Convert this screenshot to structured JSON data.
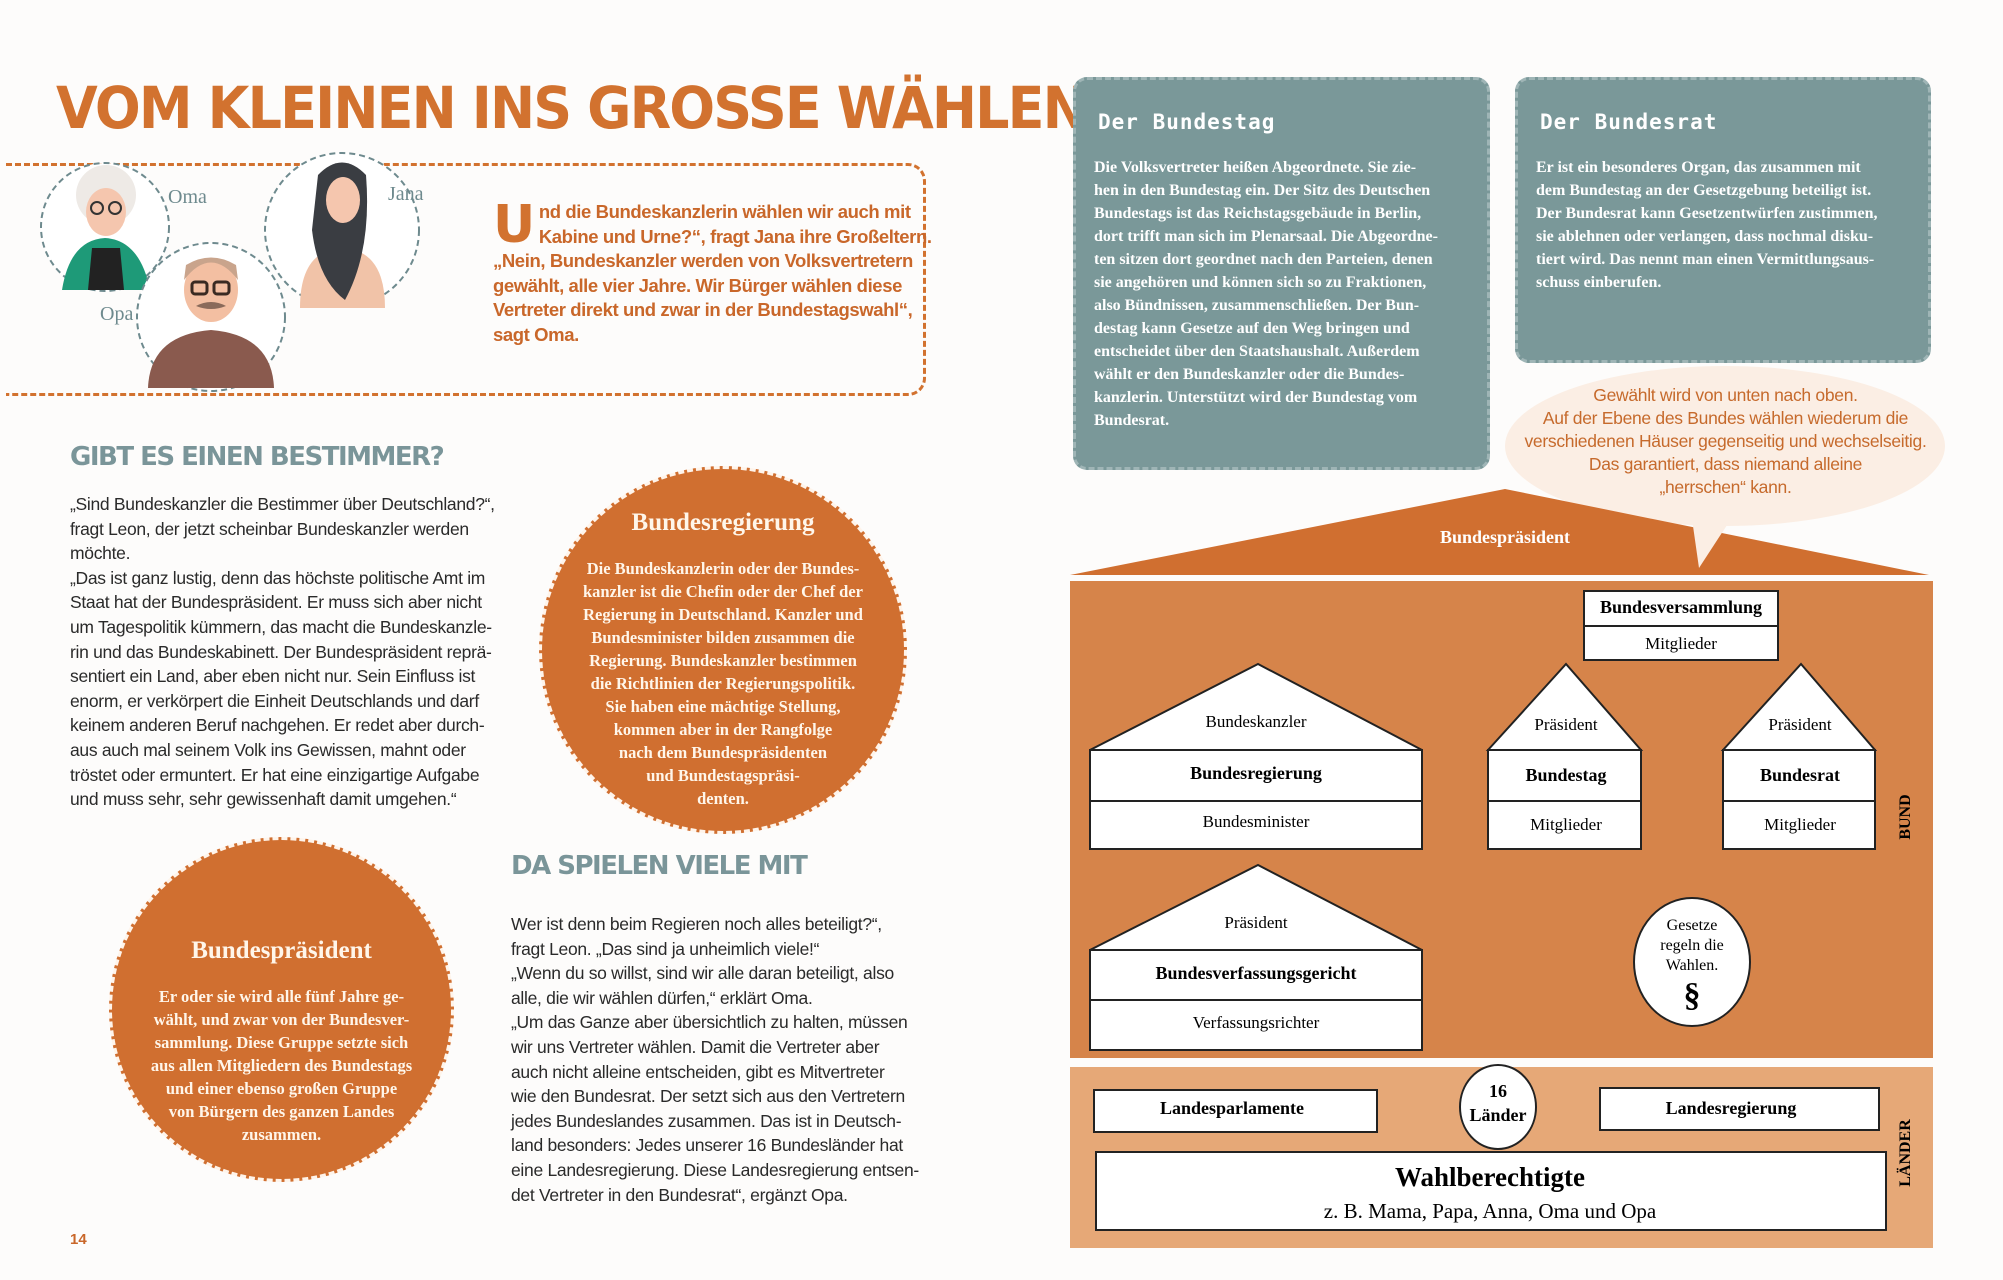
{
  "title": "VOM KLEINEN INS GROSSE WÄHLEN",
  "characters": {
    "oma": "Oma",
    "opa": "Opa",
    "jana": "Jana"
  },
  "intro": {
    "dropcap": "U",
    "lines": [
      "nd die Bundeskanzlerin wählen wir auch mit",
      "Kabine und Urne?“, fragt Jana ihre Großeltern.",
      "„Nein, Bundeskanzler werden von Volksvertretern",
      "gewählt, alle vier Jahre. Wir Bürger wählen diese",
      "Vertreter direkt und zwar in der Bundestagswahl“,",
      "sagt Oma."
    ]
  },
  "section1": {
    "heading": "GIBT ES EINEN BESTIMMER?",
    "lines": [
      "„Sind Bundeskanzler die Bestimmer über Deutschland?“,",
      "fragt Leon, der jetzt scheinbar Bundeskanzler werden",
      "möchte.",
      "„Das ist ganz lustig, denn das höchste politische Amt im",
      "Staat hat der Bundespräsident. Er muss sich aber nicht",
      "um Tagespolitik kümmern, das macht die Bundeskanzle-",
      "rin und das Bundeskabinett. Der Bundespräsident reprä-",
      "sentiert ein Land, aber eben nicht nur. Sein Einfluss ist",
      "enorm, er verkörpert die Einheit Deutschlands und darf",
      "keinem anderen Beruf nachgehen. Er redet aber durch-",
      "aus auch mal seinem Volk ins Gewissen, mahnt oder",
      "tröstet oder ermuntert. Er hat eine einzigartige Aufgabe",
      "und muss sehr, sehr gewissenhaft damit umgehen.“"
    ]
  },
  "bundesregierung_circle": {
    "title": "Bundesregierung",
    "lines": [
      "Die Bundeskanzlerin oder der Bundes-",
      "kanzler ist die Chefin oder der Chef der",
      "Regierung in Deutschland. Kanzler und",
      "Bundesminister bilden zusammen die",
      "Regierung. Bundeskanzler bestimmen",
      "die Richtlinien der Regierungspolitik.",
      "Sie haben eine mächtige Stellung,",
      "kommen aber in der Rangfolge",
      "nach dem Bundespräsidenten",
      "und Bundestagspräsi-",
      "denten."
    ]
  },
  "bundespraesident_circle": {
    "title": "Bundespräsident",
    "lines": [
      "Er oder sie wird alle fünf Jahre ge-",
      "wählt, und zwar von der Bundesver-",
      "sammlung. Diese Gruppe setzte sich",
      "aus allen Mitgliedern des Bundestags",
      "und einer ebenso großen Gruppe",
      "von Bürgern des ganzen Landes",
      "zusammen."
    ]
  },
  "section2": {
    "heading": "DA SPIELEN VIELE MIT",
    "lines": [
      "Wer ist denn beim Regieren noch alles beteiligt?“,",
      "fragt Leon. „Das sind ja unheimlich viele!“",
      "„Wenn du so willst, sind wir alle daran beteiligt, also",
      "alle, die wir wählen dürfen,“ erklärt Oma.",
      "„Um das Ganze aber übersichtlich zu halten, müssen",
      "wir uns Vertreter wählen. Damit die Vertreter aber",
      "auch nicht alleine entscheiden, gibt es Mitvertreter",
      "wie den Bundesrat. Der setzt sich aus den Vertretern",
      "jedes Bundeslandes zusammen. Das ist in Deutsch-",
      "land besonders: Jedes unserer 16 Bundesländer hat",
      "eine Landesregierung. Diese Landesregierung entsen-",
      "det Vertreter in den Bundesrat“, ergänzt Opa."
    ]
  },
  "page_number": "14",
  "bundestag_box": {
    "title": "Der Bundestag",
    "lines": [
      "Die Volksvertreter heißen Abgeordnete. Sie zie-",
      "hen in den Bundestag ein. Der Sitz des Deutschen",
      "Bundestags ist das Reichstagsgebäude in Berlin,",
      "dort trifft man sich im Plenarsaal. Die Abgeordne-",
      "ten sitzen dort geordnet nach den Parteien, denen",
      "sie angehören und können sich so zu Fraktionen,",
      "also Bündnissen, zusammenschließen. Der Bun-",
      "destag kann Gesetze auf den Weg bringen und",
      "entscheidet über den Staatshaushalt. Außerdem",
      "wählt er den Bundeskanzler oder die Bundes-",
      "kanzlerin. Unterstützt wird der Bundestag vom",
      "Bundesrat."
    ]
  },
  "bundesrat_box": {
    "title": "Der Bundesrat",
    "lines": [
      "Er ist ein besonderes Organ, das zusammen mit",
      "dem Bundestag an der Gesetzgebung beteiligt ist.",
      "Der Bundesrat kann Gesetzentwürfen zustimmen,",
      "sie ablehnen oder verlangen, dass nochmal disku-",
      "tiert wird. Das nennt man einen Vermittlungsaus-",
      "schuss einberufen."
    ]
  },
  "speech_bubble": {
    "lines": [
      "Gewählt wird von unten nach oben.",
      "Auf der Ebene des Bundes wählen wiederum die",
      "verschiedenen Häuser gegenseitig und wechselseitig.",
      "Das garantiert, dass niemand alleine",
      "„herrschen“ kann."
    ]
  },
  "diagram": {
    "roof_label": "Bundespräsident",
    "bund_label": "BUND",
    "laender_label": "LÄNDER",
    "bundesversammlung": {
      "title": "Bundesversammlung",
      "sub": "Mitglieder"
    },
    "bundesregierung": {
      "roof": "Bundeskanzler",
      "title": "Bundesregierung",
      "sub": "Bundesminister"
    },
    "bundestag": {
      "roof": "Präsident",
      "title": "Bundestag",
      "sub": "Mitglieder"
    },
    "bundesrat": {
      "roof": "Präsident",
      "title": "Bundesrat",
      "sub": "Mitglieder"
    },
    "verfassungsgericht": {
      "roof": "Präsident",
      "title": "Bundesverfassungsgericht",
      "sub": "Verfassungsrichter"
    },
    "gesetze": {
      "lines": [
        "Gesetze",
        "regeln die",
        "Wahlen."
      ],
      "symbol": "§"
    },
    "landesparlamente": "Landesparlamente",
    "laender_count": {
      "number": "16",
      "label": "Länder"
    },
    "landesregierung": "Landesregierung",
    "wahlberechtigte": {
      "title": "Wahlberechtigte",
      "sub": "z. B. Mama, Papa, Anna, Oma und Opa"
    }
  },
  "colors": {
    "orange": "#d2722f",
    "teal": "#7a9899",
    "bund_bg": "#d6844a",
    "laender_bg": "#e6a877"
  }
}
